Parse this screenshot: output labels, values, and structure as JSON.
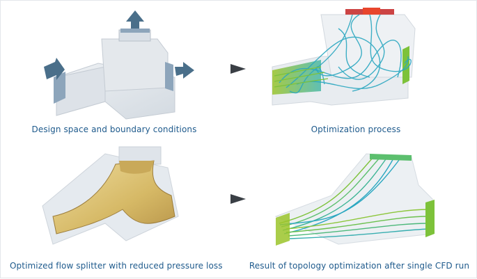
{
  "captions": {
    "design_space": "Design space and boundary conditions",
    "optimization": "Optimization process",
    "splitter": "Optimized flow splitter with reduced pressure loss",
    "result": "Result of topology optimization after single CFD run"
  },
  "icons": {
    "arrow_left": "play-arrow-icon",
    "arrow_right": "play-arrow-icon"
  },
  "colors": {
    "caption": "#1e5a8c",
    "arrow": "#3a3f45",
    "flow_arrow": "#4a6f8a",
    "box": "#cfd6de",
    "gold": "#d8c07a"
  }
}
